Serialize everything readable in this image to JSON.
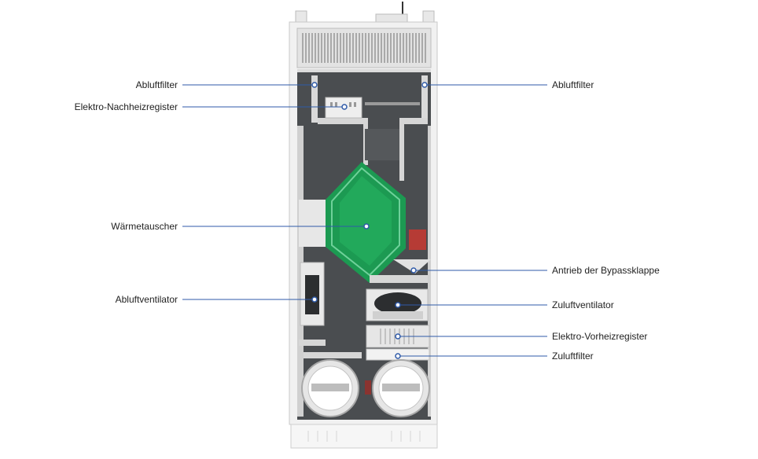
{
  "colors": {
    "leader": "#2f5aa8",
    "heat_exchanger": "#1c9a52",
    "cabinet": "#f1f1f1",
    "interior": "#4a4d50"
  },
  "labels": {
    "abluftfilter_left": "Abluftfilter",
    "elektro_nachheizregister": "Elektro-Nachheizregister",
    "waermetauscher": "Wärmetauscher",
    "abluftventilator": "Abluftventilator",
    "abluftfilter_right": "Abluftfilter",
    "antrieb_bypassklappe": "Antrieb der Bypassklappe",
    "zuluftventilator": "Zuluftventilator",
    "elektro_vorheizregister": "Elektro-Vorheizregister",
    "zuluftfilter": "Zuluftfilter"
  }
}
